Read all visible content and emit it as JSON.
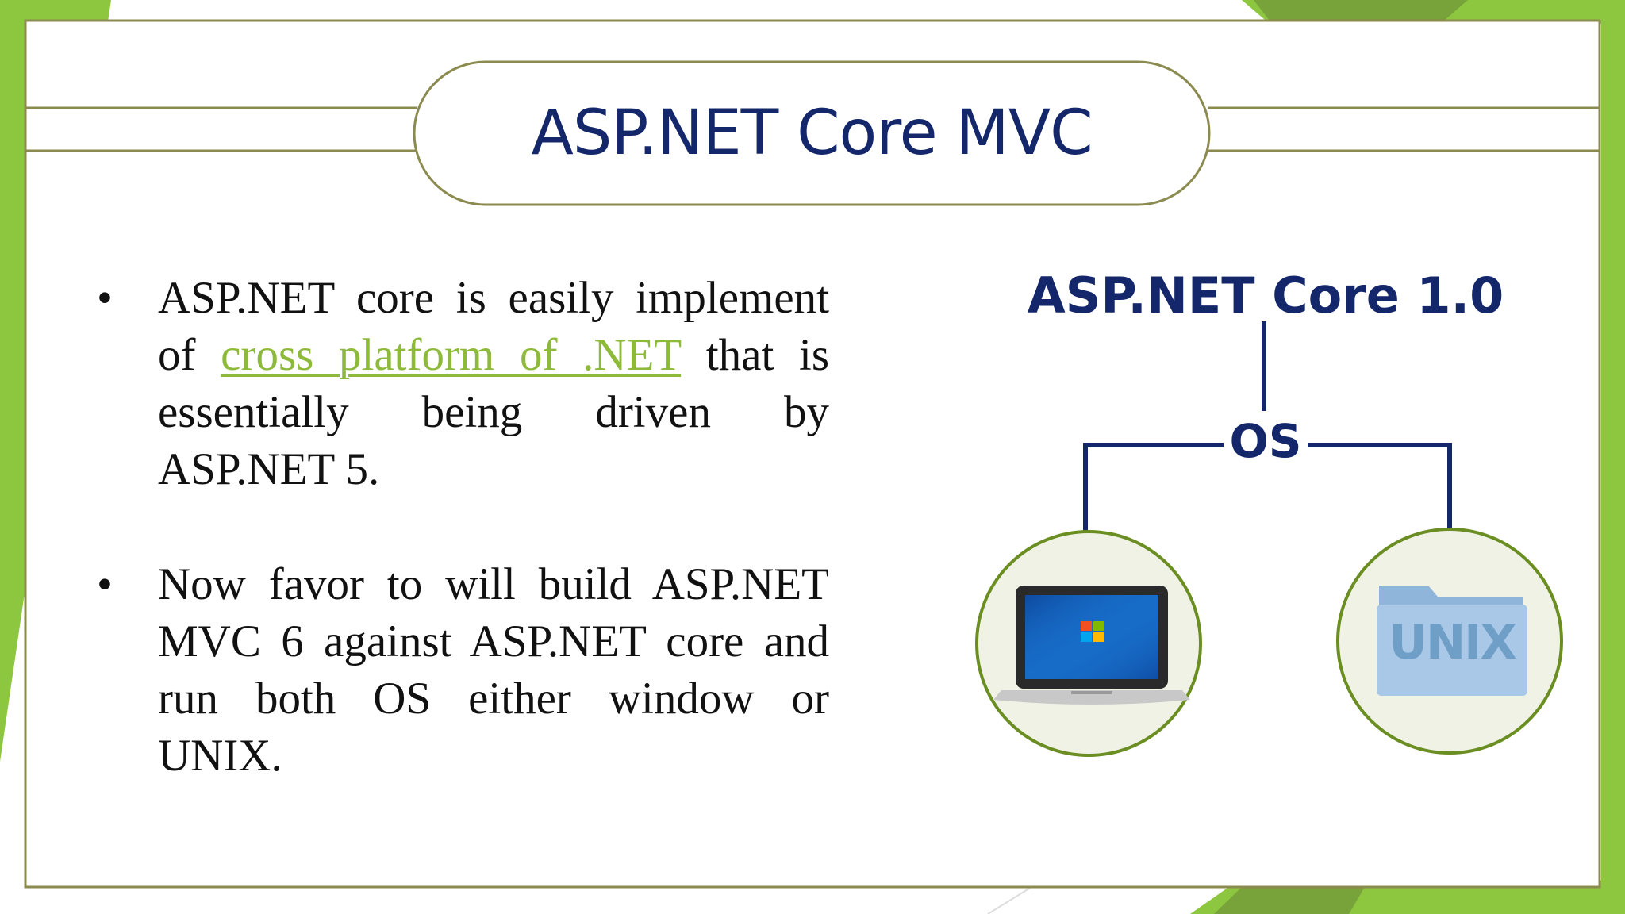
{
  "slide": {
    "title": "ASP.NET Core MVC"
  },
  "bullets": {
    "marker": "•",
    "item1": {
      "before_link": "ASP.NET core is easily implement of ",
      "link_text": "cross platform of .NET",
      "after_link": " that is essentially being driven by ASP.NET 5."
    },
    "item2": {
      "text": "Now favor to will build ASP.NET MVC 6 against ASP.NET core and run both OS either window or UNIX."
    }
  },
  "diagram": {
    "root_label": "ASP.NET Core 1.0",
    "branch_label": "OS",
    "leaf_left_icon": "windows-laptop-icon",
    "leaf_right_icon": "unix-folder-icon",
    "leaf_right_text": "UNIX"
  },
  "colors": {
    "accent_green": "#8dba3a",
    "border_olive": "#8b8a4f",
    "circle_border": "#6b8e23",
    "title_navy": "#14276a"
  }
}
